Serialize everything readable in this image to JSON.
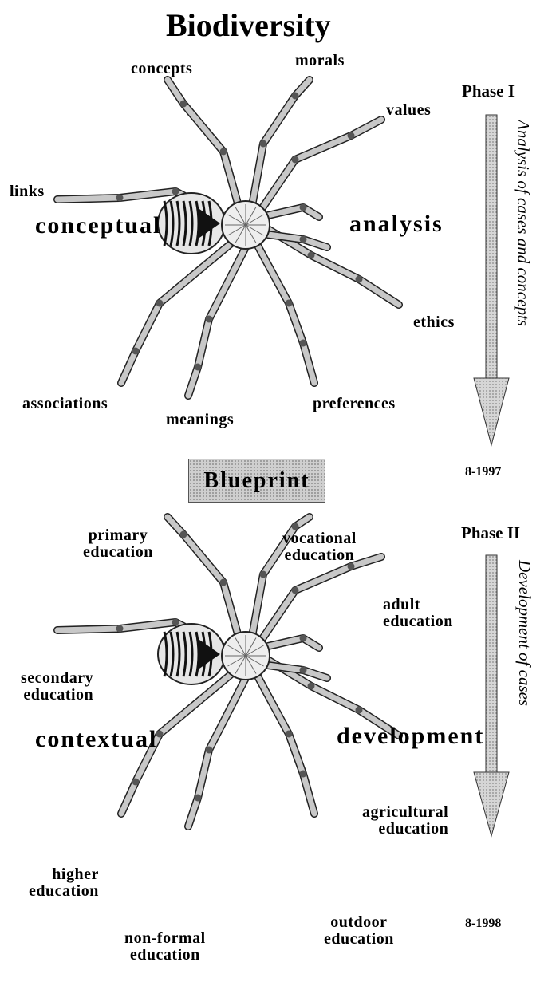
{
  "title": "Biodiversity",
  "phase1": {
    "phase_label": "Phase I",
    "arrow_text": "Analysis of cases and concepts",
    "date": "8-1997",
    "body_left": "conceptual",
    "body_right": "analysis",
    "legs": {
      "concepts": "concepts",
      "morals": "morals",
      "values": "values",
      "links": "links",
      "ethics": "ethics",
      "associations": "associations",
      "meanings": "meanings",
      "preferences": "preferences"
    }
  },
  "blueprint": "Blueprint",
  "phase2": {
    "phase_label": "Phase II",
    "arrow_text": "Development of cases",
    "date": "8-1998",
    "body_left": "contextual",
    "body_right": "development",
    "legs": {
      "primary": "primary\neducation",
      "vocational": "vocational\neducation",
      "adult": "adult\neducation",
      "secondary": "secondary\neducation",
      "agricultural": "agricultural\neducation",
      "higher": "higher\neducation",
      "nonformal": "non-formal\neducation",
      "outdoor": "outdoor\neducation"
    }
  },
  "colors": {
    "leg_fill": "#c8c8c8",
    "leg_stroke": "#222222",
    "arrow_fill": "#cccccc"
  },
  "icons": [
    "spider-illustration",
    "down-arrow"
  ]
}
